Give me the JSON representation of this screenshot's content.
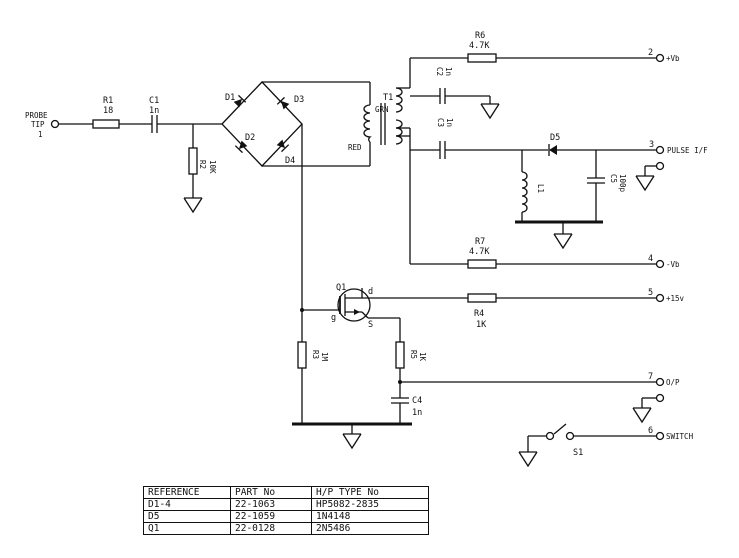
{
  "probe": {
    "label_1": "PROBE",
    "label_2": "TIP",
    "pin": "1"
  },
  "components": {
    "R1": {
      "ref": "R1",
      "value": "18"
    },
    "C1": {
      "ref": "C1",
      "value": "1n"
    },
    "R2": {
      "ref": "R2",
      "value": "10K"
    },
    "D1": {
      "ref": "D1"
    },
    "D2": {
      "ref": "D2"
    },
    "D3": {
      "ref": "D3"
    },
    "D4": {
      "ref": "D4"
    },
    "T1": {
      "ref": "T1",
      "grn": "GRN",
      "red": "RED"
    },
    "R6": {
      "ref": "R6",
      "value": "4.7K"
    },
    "C2": {
      "ref": "C2",
      "value": "1n"
    },
    "C3": {
      "ref": "C3",
      "value": "1n"
    },
    "D5": {
      "ref": "D5"
    },
    "L1": {
      "ref": "L1"
    },
    "C5": {
      "ref": "C5",
      "value": "100p"
    },
    "R7": {
      "ref": "R7",
      "value": "4.7K"
    },
    "Q1": {
      "ref": "Q1",
      "d": "d",
      "g": "g",
      "s": "S"
    },
    "R4": {
      "ref": "R4",
      "value": "1K"
    },
    "R3": {
      "ref": "R3",
      "value": "1M"
    },
    "R5": {
      "ref": "R5",
      "value": "1K"
    },
    "C4": {
      "ref": "C4",
      "value": "1n"
    },
    "S1": {
      "ref": "S1"
    }
  },
  "pins": [
    {
      "num": "2",
      "label": "+Vb"
    },
    {
      "num": "3",
      "label": "PULSE I/F"
    },
    {
      "num": "4",
      "label": "-Vb"
    },
    {
      "num": "5",
      "label": "+15v"
    },
    {
      "num": "7",
      "label": "O/P"
    },
    {
      "num": "6",
      "label": "SWITCH"
    }
  ],
  "bom": {
    "headers": [
      "REFERENCE",
      "PART No",
      "H/P TYPE No"
    ],
    "rows": [
      [
        "D1-4",
        "22-1063",
        "HP5082-2835"
      ],
      [
        "D5",
        "22-1059",
        "1N4148"
      ],
      [
        "Q1",
        "22-0128",
        "2N5486"
      ]
    ]
  }
}
